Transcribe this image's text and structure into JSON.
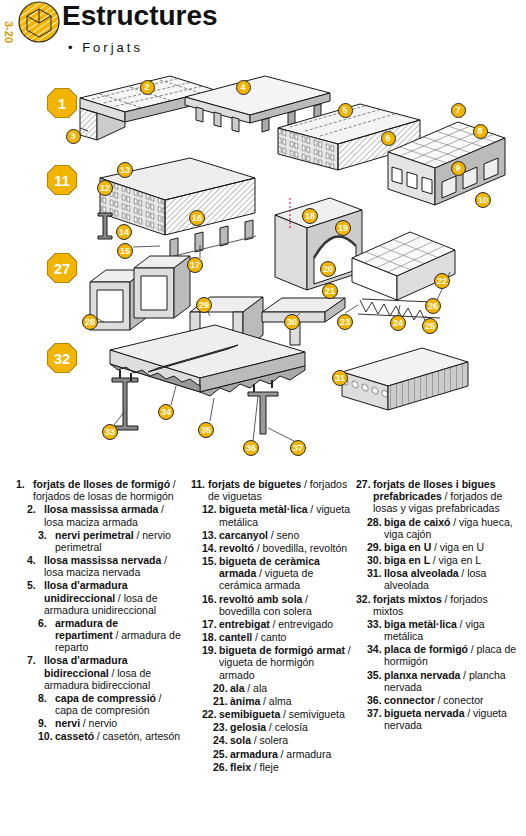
{
  "diagram": {
    "title": "Estructures",
    "nodes": [
      {
        "text": [
          "1"
        ]
      },
      {
        "text": [
          "2"
        ]
      },
      {
        "text": [
          "3"
        ]
      },
      {
        "text": [
          "4"
        ]
      },
      {
        "text": [
          "5"
        ]
      },
      {
        "text": [
          "6"
        ]
      },
      {
        "text": [
          "7"
        ]
      },
      {
        "text": [
          "8"
        ]
      },
      {
        "text": [
          "9"
        ]
      },
      {
        "text": [
          "10"
        ]
      },
      {
        "text": [
          "11"
        ]
      },
      {
        "text": [
          "12"
        ]
      },
      {
        "text": [
          "13"
        ]
      },
      {
        "text": [
          "14"
        ]
      },
      {
        "text": [
          "15"
        ]
      },
      {
        "text": [
          "16"
        ]
      },
      {
        "text": [
          "17"
        ]
      },
      {
        "text": [
          "18"
        ]
      },
      {
        "text": [
          "19"
        ]
      },
      {
        "text": [
          "20"
        ]
      },
      {
        "text": [
          "21"
        ]
      },
      {
        "text": [
          "22"
        ]
      },
      {
        "text": [
          "23"
        ]
      },
      {
        "text": [
          "24"
        ]
      },
      {
        "text": [
          "25"
        ]
      },
      {
        "text": [
          "26"
        ]
      },
      {
        "text": [
          "27"
        ]
      },
      {
        "text": [
          "28"
        ]
      },
      {
        "text": [
          "29"
        ]
      },
      {
        "text": [
          "30"
        ]
      },
      {
        "text": [
          "31"
        ]
      },
      {
        "text": [
          "32"
        ]
      },
      {
        "text": [
          "33"
        ]
      },
      {
        "text": [
          "34"
        ]
      },
      {
        "text": [
          "35"
        ]
      },
      {
        "text": [
          "36"
        ]
      },
      {
        "text": [
          "37"
        ]
      }
    ],
    "labels": [
      "3-20",
      "• Forjats",
      "1.",
      "forjats de lloses de formigó",
      "/ forjados de losas de hormigón",
      "2.",
      "llosa massissa armada",
      "/ losa maciza armada",
      "3.",
      "nervi perimetral",
      "/ nervio perimetral",
      "4.",
      "llosa massissa nervada",
      "/ losa maciza nervada",
      "5.",
      "llosa d'armadura unidireccional",
      "/ losa de armadura unidireccional",
      "6.",
      "armadura de repartiment",
      "/ armadura de reparto",
      "7.",
      "llosa d'armadura bidireccional",
      "/ losa de armadura bidireccional",
      "8.",
      "capa de compressió",
      "/ capa de compresión",
      "9.",
      "nervi",
      "/ nervio",
      "10.",
      "cassetó",
      "/ casetón, artesón",
      "11.",
      "forjats de biguetes",
      "/ forjados de viguetas",
      "12.",
      "bigueta metàl·lica",
      "/ vigueta metálica",
      "13.",
      "carcanyol",
      "/ seno",
      "14.",
      "revoltó",
      "/ bovedilla, revoltón",
      "15.",
      "bigueta de ceràmica armada",
      "/ vigueta de cerámica armada",
      "16.",
      "revoltó amb sola",
      "/ bovedilla con solera",
      "17.",
      "entrebigat",
      "/ entrevigado",
      "18.",
      "cantell",
      "/ canto",
      "19.",
      "bigueta de formigó armat",
      "/ vigueta de hormigón armado",
      "20.",
      "ala",
      "/ ala",
      "21.",
      "ànima",
      "/ alma",
      "22.",
      "semibigueta",
      "/ semivigueta",
      "23.",
      "gelosia",
      "/ celosía",
      "24.",
      "sola",
      "/ solera",
      "25.",
      "armadura",
      "/ armadura",
      "26.",
      "fleix",
      "/ fleje",
      "27.",
      "forjats de lloses i bigues prefabricades",
      "/ forjados de losas y vigas prefabricadas",
      "28.",
      "biga de caixó",
      "/ viga hueca, viga cajón",
      "29.",
      "biga en U",
      "/ viga en U",
      "30.",
      "biga en L",
      "/ viga en L",
      "31.",
      "llosa alveolada",
      "/ losa alveolada",
      "32.",
      "forjats mixtos",
      "/ forjados mixtos",
      "33.",
      "biga metàl·lica",
      "/ viga metálica",
      "34.",
      "placa de formigó",
      "/ placa de hormigón",
      "35.",
      "planxa nervada",
      "/ plancha nervada",
      "36.",
      "connector",
      "/ conector",
      "37.",
      "bigueta nervada",
      "/ vigueta nervada"
    ]
  }
}
